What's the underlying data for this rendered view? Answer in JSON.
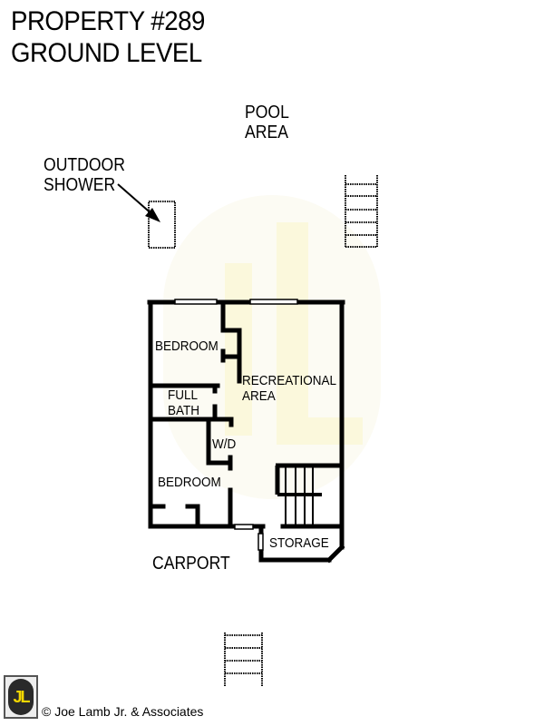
{
  "header": {
    "title_line1": "PROPERTY #289",
    "title_line2": "GROUND LEVEL"
  },
  "exterior_labels": {
    "pool_area_line1": "POOL",
    "pool_area_line2": "AREA",
    "outdoor_shower_line1": "OUTDOOR",
    "outdoor_shower_line2": "SHOWER",
    "carport": "CARPORT"
  },
  "rooms": {
    "bedroom_1": "BEDROOM",
    "recreational_area_line1": "RECREATIONAL",
    "recreational_area_line2": "AREA",
    "full_bath_line1": "FULL",
    "full_bath_line2": "BATH",
    "washer_dryer": "W/D",
    "bedroom_2": "BEDROOM",
    "storage": "STORAGE"
  },
  "footer": {
    "logo_text": "JL",
    "copyright": "© Joe Lamb Jr. & Associates"
  },
  "colors": {
    "wall": "#000000",
    "watermark": "#fbf9e6",
    "logo_yellow": "#f5d800",
    "logo_dark": "#2a2a2a"
  }
}
